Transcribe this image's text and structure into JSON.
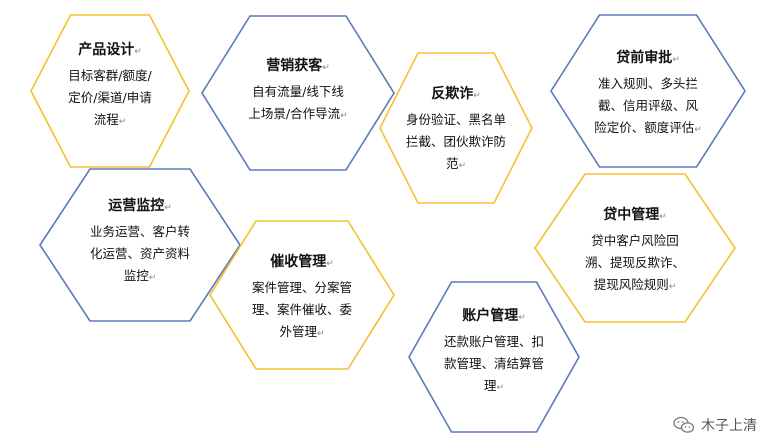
{
  "return_mark": "↵",
  "colors": {
    "blue_border": "#5a79b8",
    "yellow_border": "#f2c12e",
    "text": "#111111"
  },
  "hexagons": [
    {
      "id": "product-design",
      "border": "yellow",
      "title": "产品设计",
      "lines": [
        "目标客群/额度/",
        "定价/渠道/申请",
        "流程"
      ]
    },
    {
      "id": "marketing",
      "border": "blue",
      "title": "营销获客",
      "lines": [
        "自有流量/线下线",
        "上场景/合作导流"
      ]
    },
    {
      "id": "anti-fraud",
      "border": "yellow",
      "title": "反欺诈",
      "lines": [
        "身份验证、黑名单",
        "拦截、团伙欺诈防",
        "范"
      ]
    },
    {
      "id": "pre-loan",
      "border": "blue",
      "title": "贷前审批",
      "lines": [
        "准入规则、多头拦",
        "截、信用评级、风",
        "险定价、额度评估"
      ]
    },
    {
      "id": "operations",
      "border": "blue",
      "title": "运营监控",
      "lines": [
        "业务运营、客户转",
        "化运营、资产资料",
        "监控"
      ]
    },
    {
      "id": "collection",
      "border": "yellow",
      "title": "催收管理",
      "lines": [
        "案件管理、分案管",
        "理、案件催收、委",
        "外管理"
      ]
    },
    {
      "id": "in-loan",
      "border": "yellow",
      "title": "贷中管理",
      "lines": [
        "贷中客户风险回",
        "溯、提现反欺诈、",
        "提现风险规则"
      ]
    },
    {
      "id": "account",
      "border": "blue",
      "title": "账户管理",
      "lines": [
        "还款账户管理、扣",
        "款管理、清结算管",
        "理"
      ]
    }
  ],
  "watermark": {
    "text": "木子上清",
    "icon": "wechat-icon"
  }
}
